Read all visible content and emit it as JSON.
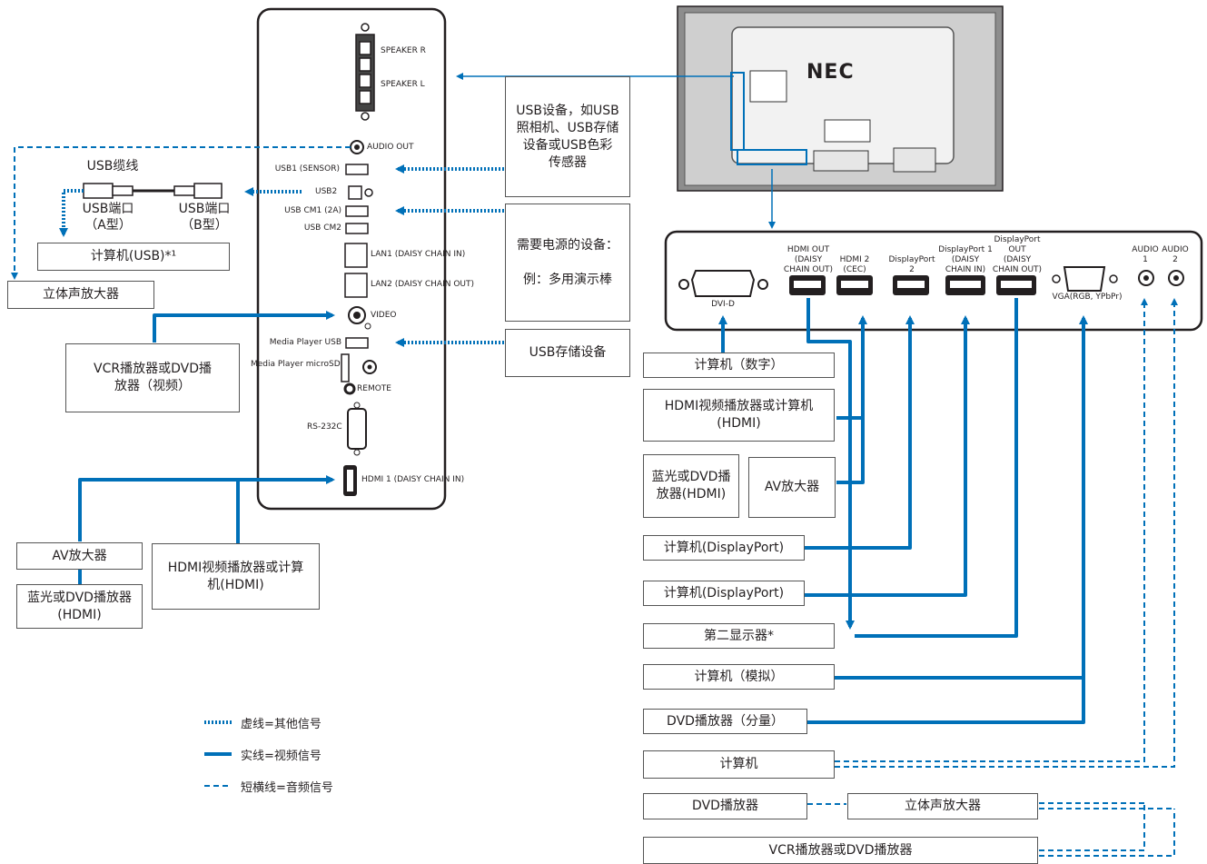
{
  "left_panel": {
    "speaker_r": "SPEAKER R",
    "speaker_l": "SPEAKER L",
    "audio_out": "AUDIO OUT",
    "usb1": "USB1 (SENSOR)",
    "usb2": "USB2",
    "usb_cm1": "USB CM1 (2A)",
    "usb_cm2": "USB CM2",
    "lan1": "LAN1 (DAISY CHAIN IN)",
    "lan2": "LAN2 (DAISY CHAIN OUT)",
    "video": "VIDEO",
    "media_player_usb": "Media Player USB",
    "media_player_microsd": "Media Player microSD",
    "remote": "REMOTE",
    "rs232c": "RS-232C",
    "hdmi1": "HDMI 1 (DAISY CHAIN IN)"
  },
  "monitor": {
    "logo": "NEC"
  },
  "right_panel": {
    "dvi_d": "DVI-D",
    "hdmi_out": "HDMI OUT\n(DAISY\nCHAIN OUT)",
    "hdmi2": "HDMI 2\n(CEC)",
    "dp2": "DisplayPort\n2",
    "dp1": "DisplayPort 1\n(DAISY\nCHAIN IN)",
    "dp_out": "DisplayPort\nOUT\n(DAISY\nCHAIN OUT)",
    "vga": "VGA(RGB, YPbPr)",
    "audio1": "AUDIO\n1",
    "audio2": "AUDIO\n2"
  },
  "usb_cable": {
    "title": "USB缆线",
    "port_a": "USB端口\n（A型）",
    "port_b": "USB端口\n（B型）"
  },
  "boxes": {
    "pc_usb": "计算机(USB)*¹",
    "stereo_amp_left": "立体声放大器",
    "vcr_dvd_video": "VCR播放器或DVD播\n放器（视频）",
    "usb_devices": "USB设备，如USB\n照相机、USB存储\n设备或USB色彩\n传感器",
    "powered_devices": "需要电源的设备：\n\n例：多用演示棒",
    "usb_storage": "USB存储设备",
    "av_amp_left": "AV放大器",
    "bluray_left": "蓝光或DVD播放器\n(HDMI)",
    "hdmi_player_left": "HDMI视频播放器或计算\n机(HDMI)",
    "pc_digital": "计算机（数字）",
    "hdmi_player_right": "HDMI视频播放器或计算机\n(HDMI)",
    "bluray_right": "蓝光或DVD播\n放器(HDMI)",
    "av_amp_right": "AV放大器",
    "pc_dp1": "计算机(DisplayPort)",
    "pc_dp2": "计算机(DisplayPort)",
    "second_display": "第二显示器*",
    "pc_analog": "计算机（模拟）",
    "dvd_component": "DVD播放器（分量）",
    "pc_audio": "计算机",
    "dvd_audio": "DVD播放器",
    "stereo_amp_right": "立体声放大器",
    "vcr_dvd_audio": "VCR播放器或DVD播放器"
  },
  "legend": {
    "dotted": "虚线=其他信号",
    "solid": "实线=视频信号",
    "dashed": "短横线=音频信号"
  },
  "colors": {
    "signal_blue": "#0070b8",
    "outline": "#231f20"
  }
}
